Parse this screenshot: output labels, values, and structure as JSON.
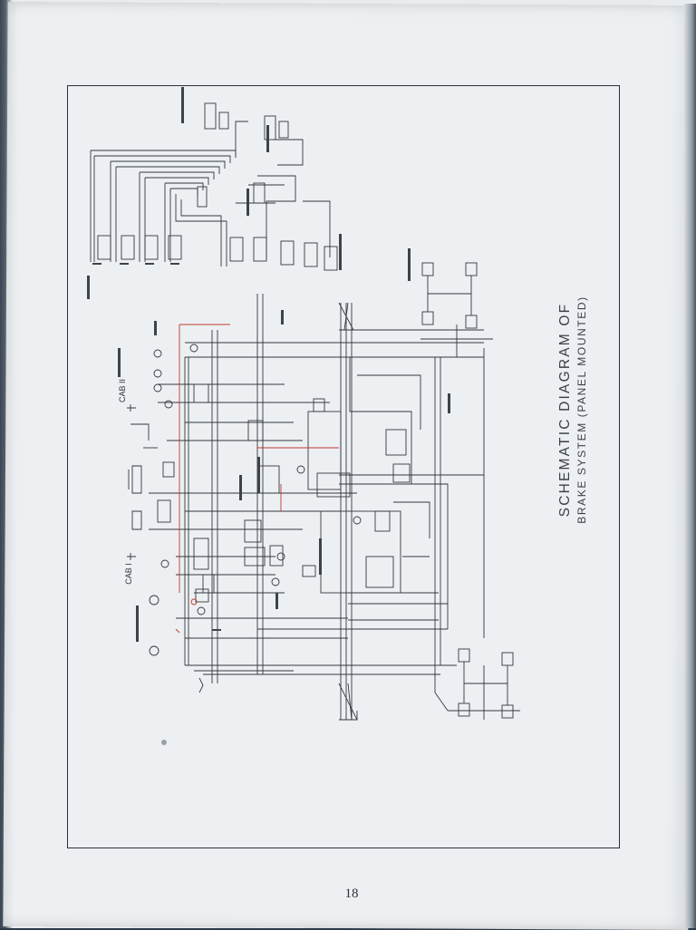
{
  "document": {
    "page_number": "18",
    "title_line1": "SCHEMATIC  DIAGRAM  OF",
    "title_line2": "BRAKE  SYSTEM  (PANEL  MOUNTED)"
  },
  "labels": {
    "cab_1": "CAB I",
    "cab_2": "CAB II"
  },
  "colors": {
    "paper": "#edf0f3",
    "ink": "#2b2f35",
    "red_trace": "#c0392b"
  }
}
